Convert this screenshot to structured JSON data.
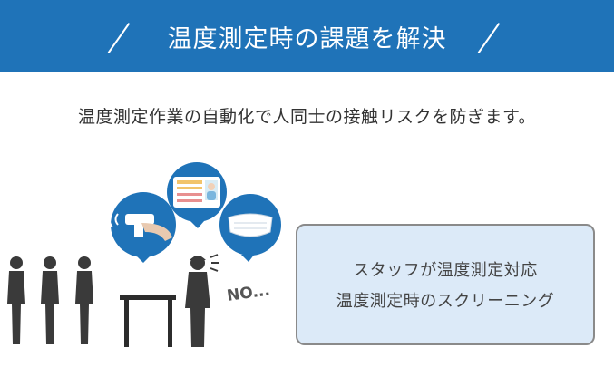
{
  "header": {
    "title": "温度測定時の課題を解決"
  },
  "subtitle": "温度測定作業の自動化で人同士の接触リスクを防ぎます。",
  "scene": {
    "no_text": "NO..."
  },
  "callout": {
    "line1": "スタッフが温度測定対応",
    "line2": "温度測定時のスクリーニング"
  },
  "colors": {
    "accent": "#1f73b8",
    "callout_bg": "#dceaf8"
  }
}
